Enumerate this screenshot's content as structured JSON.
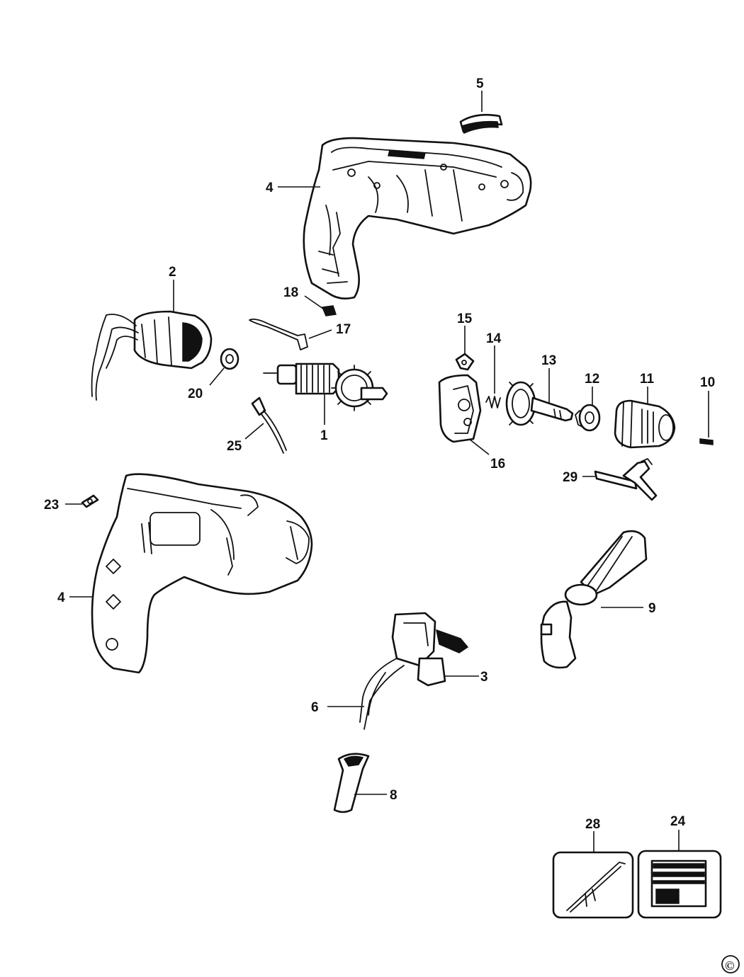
{
  "diagram": {
    "type": "exploded-parts-diagram",
    "callouts": {
      "p1": "1",
      "p2": "2",
      "p3": "3",
      "p4a": "4",
      "p4b": "4",
      "p5": "5",
      "p6": "6",
      "p8": "8",
      "p9": "9",
      "p10": "10",
      "p11": "11",
      "p12": "12",
      "p13": "13",
      "p14": "14",
      "p15": "15",
      "p16": "16",
      "p17": "17",
      "p18": "18",
      "p20": "20",
      "p23": "23",
      "p24": "24",
      "p25": "25",
      "p28": "28",
      "p29": "29"
    },
    "copyright_symbol": "©"
  }
}
